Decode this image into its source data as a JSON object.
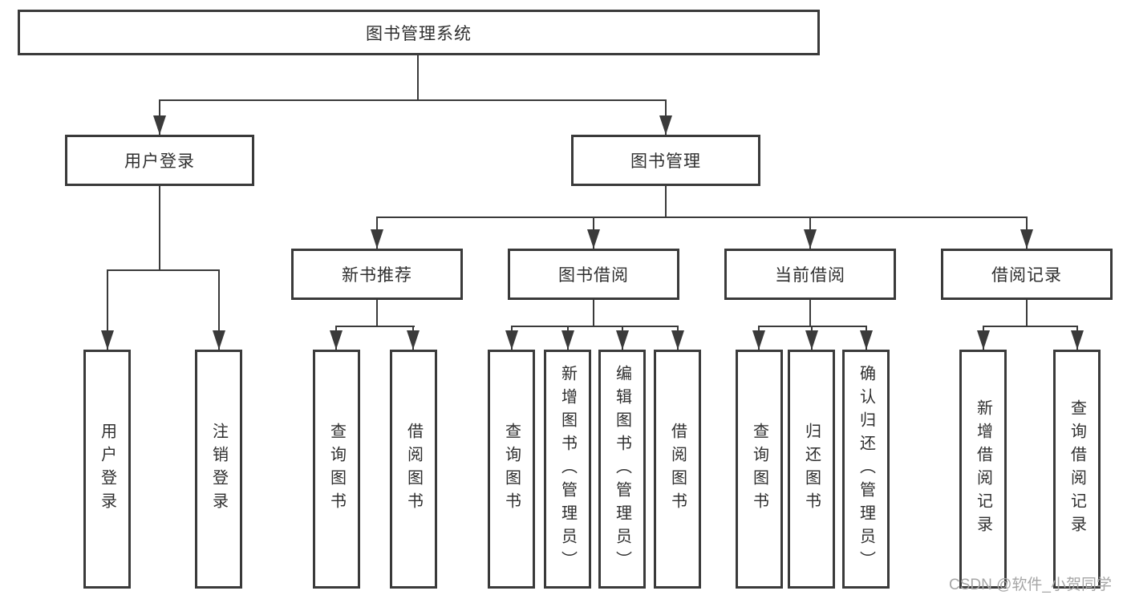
{
  "title": "图书管理系统",
  "tree": {
    "root": {
      "label": "图书管理系统",
      "children": [
        {
          "label": "用户登录",
          "children": [
            {
              "label": "用户登录"
            },
            {
              "label": "注销登录"
            }
          ]
        },
        {
          "label": "图书管理",
          "children": [
            {
              "label": "新书推荐",
              "children": [
                {
                  "label": "查询图书"
                },
                {
                  "label": "借阅图书"
                }
              ]
            },
            {
              "label": "图书借阅",
              "children": [
                {
                  "label": "查询图书"
                },
                {
                  "label": "新增图书（管理员）"
                },
                {
                  "label": "编辑图书（管理员）"
                },
                {
                  "label": "借阅图书"
                }
              ]
            },
            {
              "label": "当前借阅",
              "children": [
                {
                  "label": "查询图书"
                },
                {
                  "label": "归还图书"
                },
                {
                  "label": "确认归还（管理员）"
                }
              ]
            },
            {
              "label": "借阅记录",
              "children": [
                {
                  "label": "新增借阅记录"
                },
                {
                  "label": "查询借阅记录"
                }
              ]
            }
          ]
        }
      ]
    }
  },
  "watermark": "CSDN @软件_小贺同学",
  "colors": {
    "line": "#3a3a3a",
    "text": "#2f2f2f",
    "watermark": "#a6a6a6",
    "background": "#ffffff"
  }
}
